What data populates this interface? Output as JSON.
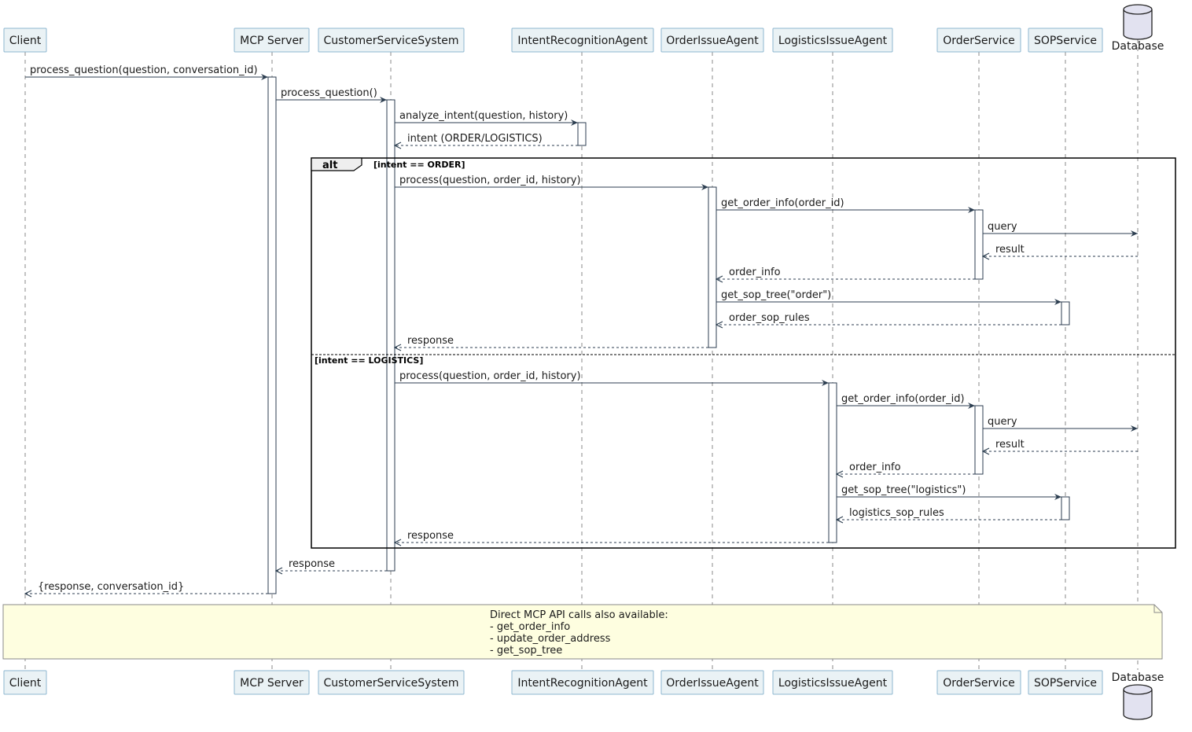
{
  "colors": {
    "participant_fill": "#eaf2f5",
    "participant_stroke": "#8db7d0",
    "arrow": "#2c3e50",
    "lifeline": "#888888",
    "note_fill": "#fefee0",
    "note_stroke": "#8a8a8a",
    "database_fill": "#e2e2f0"
  },
  "participants": [
    {
      "id": "client",
      "label": "Client",
      "kind": "box"
    },
    {
      "id": "mcp",
      "label": "MCP Server",
      "kind": "box"
    },
    {
      "id": "css",
      "label": "CustomerServiceSystem",
      "kind": "box"
    },
    {
      "id": "ira",
      "label": "IntentRecognitionAgent",
      "kind": "box"
    },
    {
      "id": "oia",
      "label": "OrderIssueAgent",
      "kind": "box"
    },
    {
      "id": "lia",
      "label": "LogisticsIssueAgent",
      "kind": "box"
    },
    {
      "id": "os",
      "label": "OrderService",
      "kind": "box"
    },
    {
      "id": "sop",
      "label": "SOPService",
      "kind": "box"
    },
    {
      "id": "db",
      "label": "Database",
      "kind": "database"
    }
  ],
  "messages": [
    {
      "from": "client",
      "to": "mcp",
      "label": "process_question(question, conversation_id)",
      "style": "solid"
    },
    {
      "from": "mcp",
      "to": "css",
      "label": "process_question()",
      "style": "solid"
    },
    {
      "from": "css",
      "to": "ira",
      "label": "analyze_intent(question, history)",
      "style": "solid"
    },
    {
      "from": "ira",
      "to": "css",
      "label": "intent (ORDER/LOGISTICS)",
      "style": "dashed"
    },
    {
      "from": "css",
      "to": "oia",
      "label": "process(question, order_id, history)",
      "style": "solid"
    },
    {
      "from": "oia",
      "to": "os",
      "label": "get_order_info(order_id)",
      "style": "solid"
    },
    {
      "from": "os",
      "to": "db",
      "label": "query",
      "style": "solid"
    },
    {
      "from": "db",
      "to": "os",
      "label": "result",
      "style": "dashed"
    },
    {
      "from": "os",
      "to": "oia",
      "label": "order_info",
      "style": "dashed"
    },
    {
      "from": "oia",
      "to": "sop",
      "label": "get_sop_tree(\"order\")",
      "style": "solid"
    },
    {
      "from": "sop",
      "to": "oia",
      "label": "order_sop_rules",
      "style": "dashed"
    },
    {
      "from": "oia",
      "to": "css",
      "label": "response",
      "style": "dashed"
    },
    {
      "from": "css",
      "to": "lia",
      "label": "process(question, order_id, history)",
      "style": "solid"
    },
    {
      "from": "lia",
      "to": "os",
      "label": "get_order_info(order_id)",
      "style": "solid"
    },
    {
      "from": "os",
      "to": "db",
      "label": "query",
      "style": "solid"
    },
    {
      "from": "db",
      "to": "os",
      "label": "result",
      "style": "dashed"
    },
    {
      "from": "os",
      "to": "lia",
      "label": "order_info",
      "style": "dashed"
    },
    {
      "from": "lia",
      "to": "sop",
      "label": "get_sop_tree(\"logistics\")",
      "style": "solid"
    },
    {
      "from": "sop",
      "to": "lia",
      "label": "logistics_sop_rules",
      "style": "dashed"
    },
    {
      "from": "lia",
      "to": "css",
      "label": "response",
      "style": "dashed"
    },
    {
      "from": "css",
      "to": "mcp",
      "label": "response",
      "style": "dashed"
    },
    {
      "from": "mcp",
      "to": "client",
      "label": "{response, conversation_id}",
      "style": "dashed"
    }
  ],
  "alt_frame": {
    "operator": "alt",
    "guard_1": "[intent == ORDER]",
    "guard_2": "[intent == LOGISTICS]"
  },
  "note": {
    "lines": [
      "Direct MCP API calls also available:",
      "- get_order_info",
      "- update_order_address",
      "- get_sop_tree"
    ]
  }
}
